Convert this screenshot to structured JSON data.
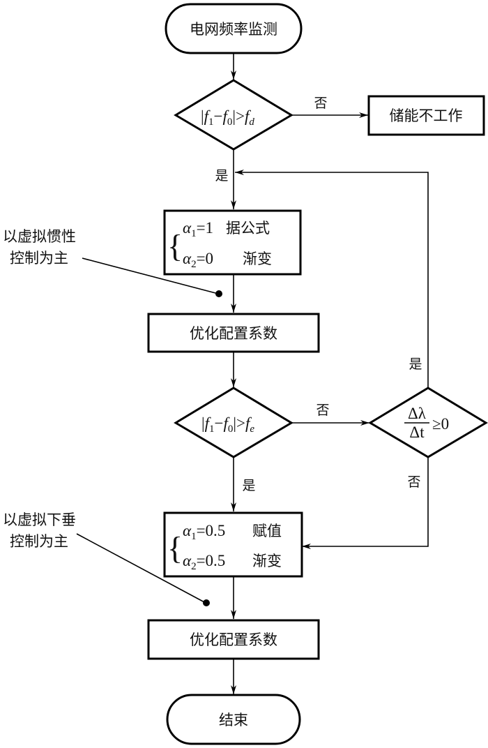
{
  "nodes": {
    "start": {
      "text": "电网频率监测"
    },
    "decision1": {
      "abs_open": "|",
      "f1": "f",
      "f1_sub": "1",
      "minus": "−",
      "f0": "f",
      "f0_sub": "0",
      "abs_close": "|",
      "gt": ">",
      "fd": "f",
      "fd_sub": "d"
    },
    "no_work": {
      "text": "储能不工作"
    },
    "assign1": {
      "a1": "α",
      "a1_sub": "1",
      "a1_val": "=1",
      "a1_note": "据公式",
      "a2": "α",
      "a2_sub": "2",
      "a2_val": "=0",
      "a2_note": "渐变",
      "brace": "{"
    },
    "optimize1": {
      "text": "优化配置系数"
    },
    "decision2": {
      "abs_open": "|",
      "f1": "f",
      "f1_sub": "1",
      "minus": "−",
      "f0": "f",
      "f0_sub": "0",
      "abs_close": "|",
      "gt": ">",
      "fe": "f",
      "fe_sub": "e"
    },
    "decision3": {
      "numerator": "Δλ",
      "denominator": "Δt",
      "rel": "≥0"
    },
    "assign2": {
      "a1": "α",
      "a1_sub": "1",
      "a1_val": "=0.5",
      "a1_note": "赋值",
      "a2": "α",
      "a2_sub": "2",
      "a2_val": "=0.5",
      "a2_note": "渐变",
      "brace": "{"
    },
    "optimize2": {
      "text": "优化配置系数"
    },
    "end": {
      "text": "结束"
    }
  },
  "edge_labels": {
    "d1_no": "否",
    "d1_yes": "是",
    "d2_no": "否",
    "d2_yes": "是",
    "d3_yes": "是",
    "d3_no": "否"
  },
  "annotations": {
    "inertia": {
      "line1": "以虚拟惯性",
      "line2": "控制为主"
    },
    "droop": {
      "line1": "以虚拟下垂",
      "line2": "控制为主"
    }
  }
}
